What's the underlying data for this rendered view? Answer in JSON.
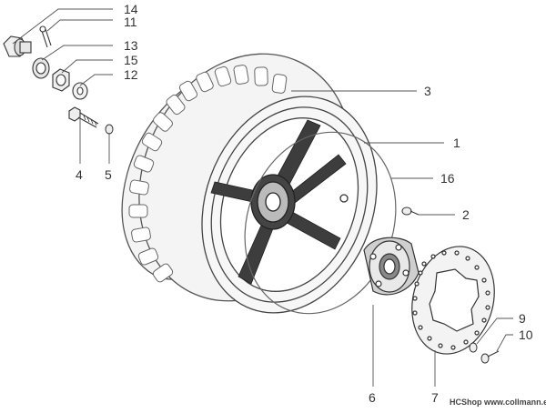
{
  "diagram": {
    "callouts": {
      "c14": "14",
      "c11": "11",
      "c13": "13",
      "c15": "15",
      "c12": "12",
      "c3": "3",
      "c1": "1",
      "c16": "16",
      "c2": "2",
      "c4": "4",
      "c5": "5",
      "c9": "9",
      "c10": "10",
      "c6": "6",
      "c7": "7"
    },
    "watermark": "HCShop www.collmann.eu"
  },
  "colors": {
    "line": "#555555",
    "part_fill": "#f2f2f2",
    "hub_dark": "#444444"
  }
}
